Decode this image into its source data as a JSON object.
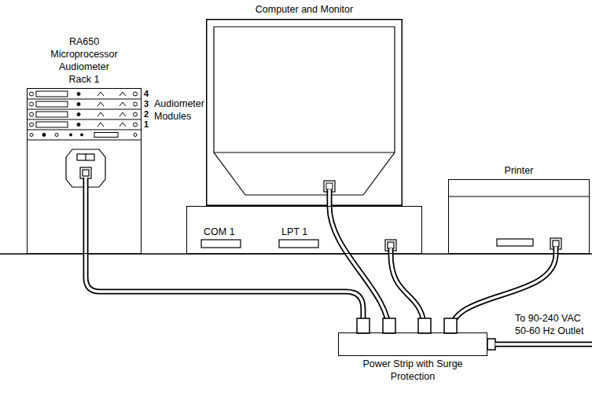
{
  "diagram": {
    "nodes": [
      {
        "text": [
          "RA650 Microprocessor Audiometer Rack 1"
        ]
      },
      {
        "text": [
          "Computer and Monitor"
        ]
      },
      {
        "text": [
          "COM 1",
          "LPT 1"
        ]
      },
      {
        "text": [
          "Printer"
        ]
      },
      {
        "text": [
          "Power Strip with Surge Protection"
        ]
      }
    ],
    "edges": [
      {
        "from": 0,
        "to": 4,
        "arrow": "none"
      },
      {
        "from": 1,
        "to": 4,
        "arrow": "none"
      },
      {
        "from": 2,
        "to": 4,
        "arrow": "none"
      },
      {
        "from": 3,
        "to": 4,
        "arrow": "none"
      }
    ],
    "labels": [
      "4",
      "3",
      "2",
      "1",
      "Audiometer Modules",
      "To 90-240 VAC 50-60 Hz Outlet"
    ]
  }
}
